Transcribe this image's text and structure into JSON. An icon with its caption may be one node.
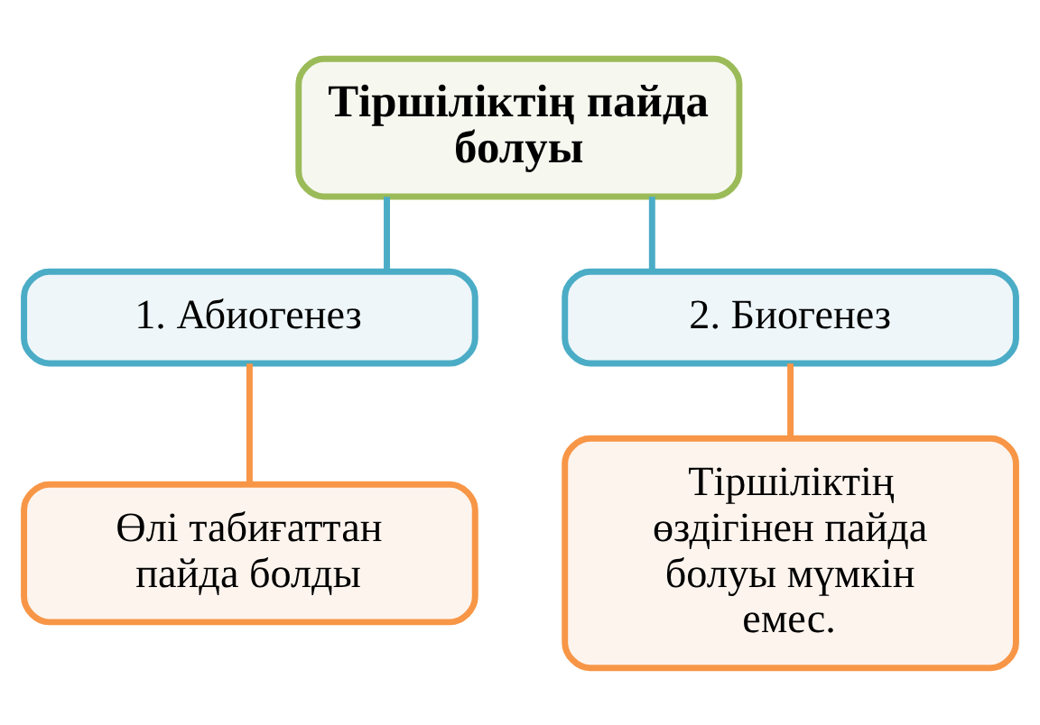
{
  "diagram": {
    "nodes": [
      {
        "text": [
          "Тіршіліктің пайда болуы"
        ]
      },
      {
        "text": [
          "1. Абиогенез"
        ]
      },
      {
        "text": [
          "2. Биогенез"
        ]
      },
      {
        "text": [
          "Өлі табиғаттан пайда болды"
        ]
      },
      {
        "text": [
          "Тіршіліктің өздігінен пайда болуы мүмкін емес."
        ]
      }
    ],
    "edges": [
      {
        "from": 0,
        "to": 1,
        "arrow": "none",
        "color": "#4bacc6"
      },
      {
        "from": 0,
        "to": 2,
        "arrow": "none",
        "color": "#4bacc6"
      },
      {
        "from": 1,
        "to": 3,
        "arrow": "none",
        "color": "#f79646"
      },
      {
        "from": 2,
        "to": 4,
        "arrow": "none",
        "color": "#f79646"
      }
    ]
  }
}
